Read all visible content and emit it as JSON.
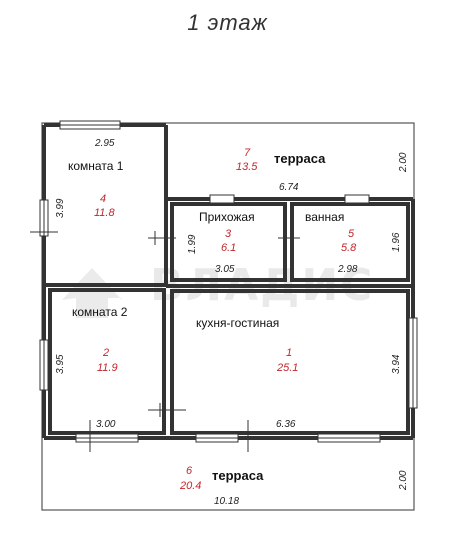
{
  "floor_title": "1 этаж",
  "watermark": "ВЛАДИС",
  "rooms": [
    {
      "key": "room1",
      "name": "комната 1",
      "number": "4",
      "area": "11.8"
    },
    {
      "key": "terrace_top",
      "name": "терраса",
      "number": "7",
      "area": "13.5"
    },
    {
      "key": "hall",
      "name": "Прихожая",
      "number": "3",
      "area": "6.1"
    },
    {
      "key": "bath",
      "name": "ванная",
      "number": "5",
      "area": "5.8"
    },
    {
      "key": "room2",
      "name": "комната 2",
      "number": "2",
      "area": "11.9"
    },
    {
      "key": "kitchen",
      "name": "кухня-гостиная",
      "number": "1",
      "area": "25.1"
    },
    {
      "key": "terrace_bottom",
      "name": "терраса",
      "number": "6",
      "area": "20.4"
    }
  ],
  "dimensions": {
    "room1_width": "2.95",
    "room1_height": "3.99",
    "terrace_top_width": "6.74",
    "terrace_top_depth": "2.00",
    "hall_height": "1.99",
    "hall_width": "3.05",
    "bath_height": "1.96",
    "bath_width": "2.98",
    "room2_height": "3.95",
    "room2_width": "3.00",
    "kitchen_width": "6.36",
    "kitchen_height": "3.94",
    "terrace_bottom_depth": "2.00",
    "overall_width": "10.18"
  }
}
